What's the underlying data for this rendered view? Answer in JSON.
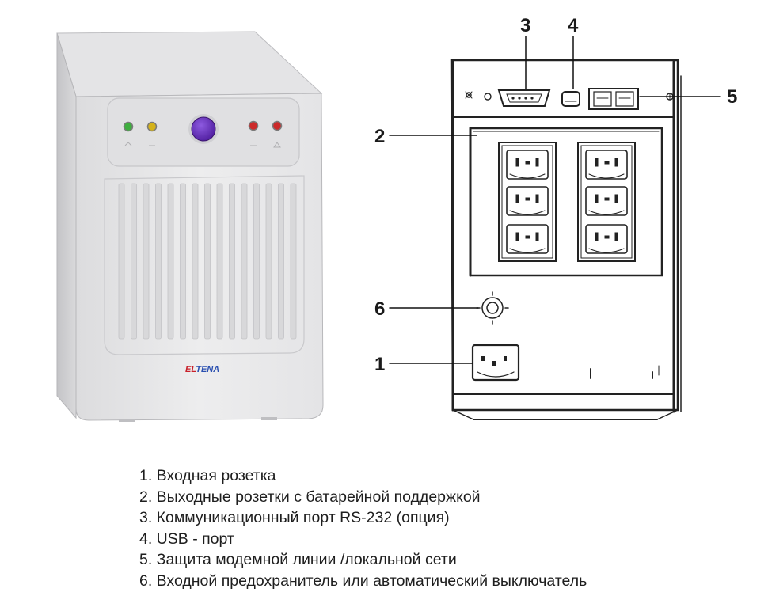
{
  "front_view": {
    "brand_label": "ELTENA",
    "colors": {
      "body": "#e9e9ea",
      "side": "#cfcfd1",
      "power_button": "#6a2fc4",
      "led_green": "#3fae3f",
      "led_yellow": "#d4b21a",
      "led_red": "#cc2a2a",
      "brand_red": "#c8202a",
      "brand_blue": "#2a4fb0"
    }
  },
  "rear_view": {
    "callouts": [
      "3",
      "4",
      "5",
      "2",
      "6",
      "1"
    ]
  },
  "legend": [
    "1. Входная розетка",
    "2. Выходные розетки с батарейной поддержкой",
    "3. Коммуникационный порт RS-232 (опция)",
    "4. USB - порт",
    "5. Защита модемной линии /локальной сети",
    "6. Входной предохранитель или автоматический выключатель"
  ]
}
